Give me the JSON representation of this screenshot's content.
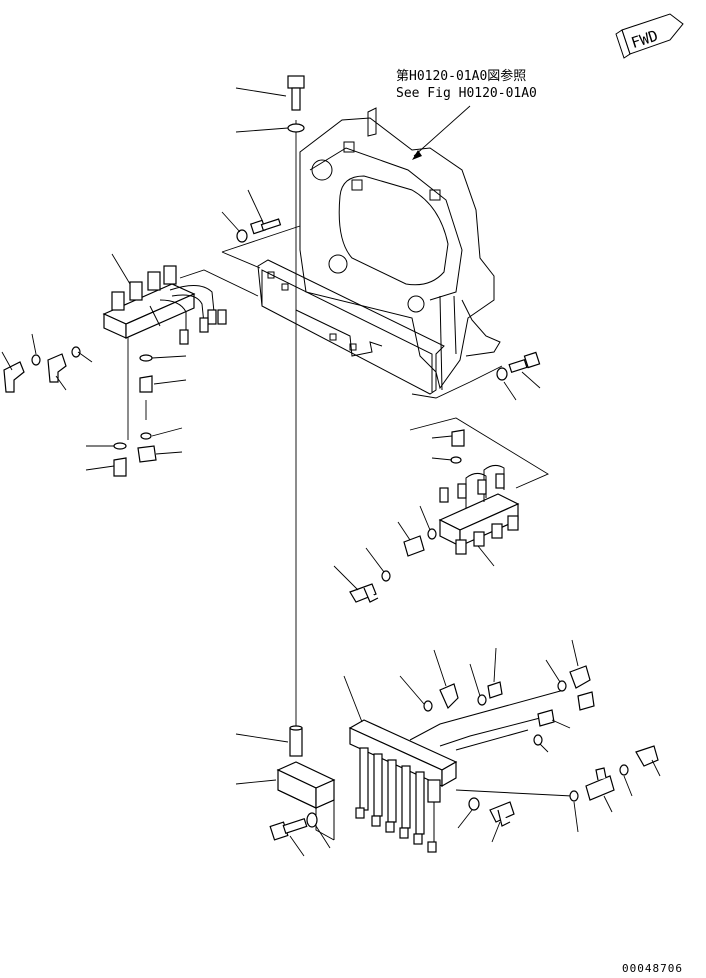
{
  "direction_badge": {
    "text": "FWD"
  },
  "reference_note": {
    "line_jp": "第H0120-01A0図参照",
    "line_en": "See Fig H0120-01A0"
  },
  "drawing_number": "00048706"
}
